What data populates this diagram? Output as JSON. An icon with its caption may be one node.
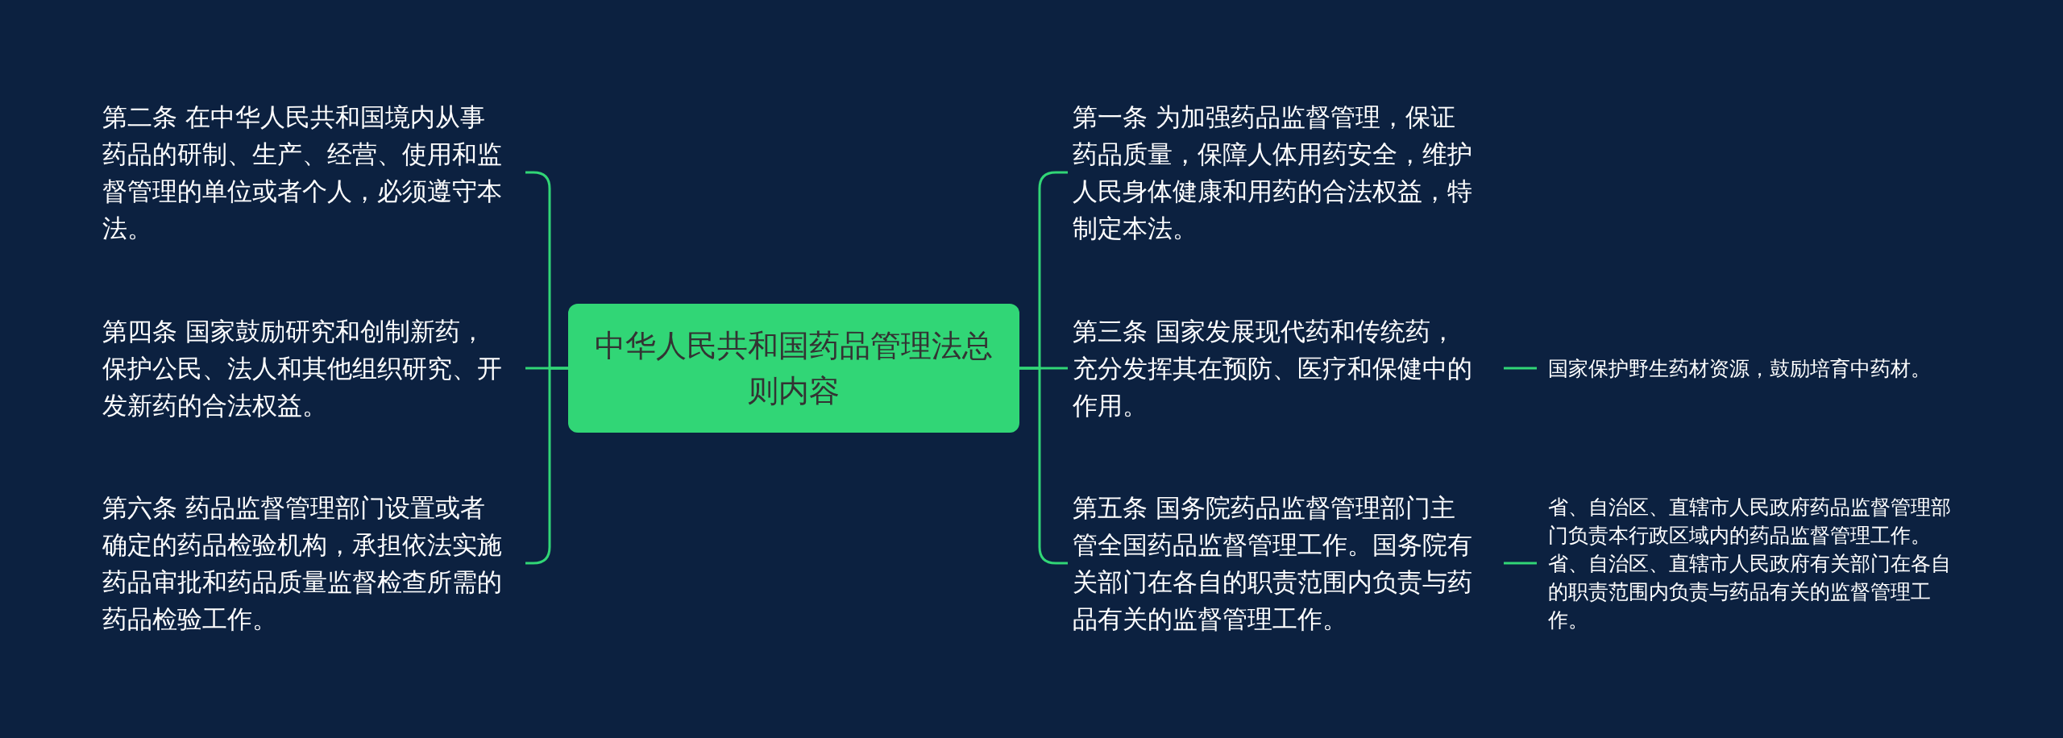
{
  "diagram": {
    "nodes": [
      {
        "text": [
          "中华人民共和国药品管理法总则内容"
        ]
      },
      {
        "text": [
          "第二条 在中华人民共和国境内从事药品的研制、生产、经营、使用和监督管理的单位或者个人，必须遵守本法。"
        ]
      },
      {
        "text": [
          "第四条 国家鼓励研究和创制新药，保护公民、法人和其他组织研究、开发新药的合法权益。"
        ]
      },
      {
        "text": [
          "第六条 药品监督管理部门设置或者确定的药品检验机构，承担依法实施药品审批和药品质量监督检查所需的药品检验工作。"
        ]
      },
      {
        "text": [
          "第一条 为加强药品监督管理，保证药品质量，保障人体用药安全，维护人民身体健康和用药的合法权益，特制定本法。"
        ]
      },
      {
        "text": [
          "第三条 国家发展现代药和传统药，充分发挥其在预防、医疗和保健中的作用。"
        ]
      },
      {
        "text": [
          "国家保护野生药材资源，鼓励培育中药材。"
        ]
      },
      {
        "text": [
          "第五条 国务院药品监督管理部门主管全国药品监督管理工作。国务院有关部门在各自的职责范围内负责与药品有关的监督管理工作。"
        ]
      },
      {
        "text": [
          "省、自治区、直辖市人民政府药品监督管理部门负责本行政区域内的药品监督管理工作。省、自治区、直辖市人民政府有关部门在各自的职责范围内负责与药品有关的监督管理工作。"
        ]
      }
    ],
    "edges": [
      {
        "from": 0,
        "to": 1,
        "arrow": "none"
      },
      {
        "from": 0,
        "to": 2,
        "arrow": "none"
      },
      {
        "from": 0,
        "to": 3,
        "arrow": "none"
      },
      {
        "from": 0,
        "to": 4,
        "arrow": "none"
      },
      {
        "from": 0,
        "to": 5,
        "arrow": "none"
      },
      {
        "from": 0,
        "to": 7,
        "arrow": "none"
      },
      {
        "from": 5,
        "to": 6,
        "arrow": "none"
      },
      {
        "from": 7,
        "to": 8,
        "arrow": "none"
      }
    ]
  }
}
